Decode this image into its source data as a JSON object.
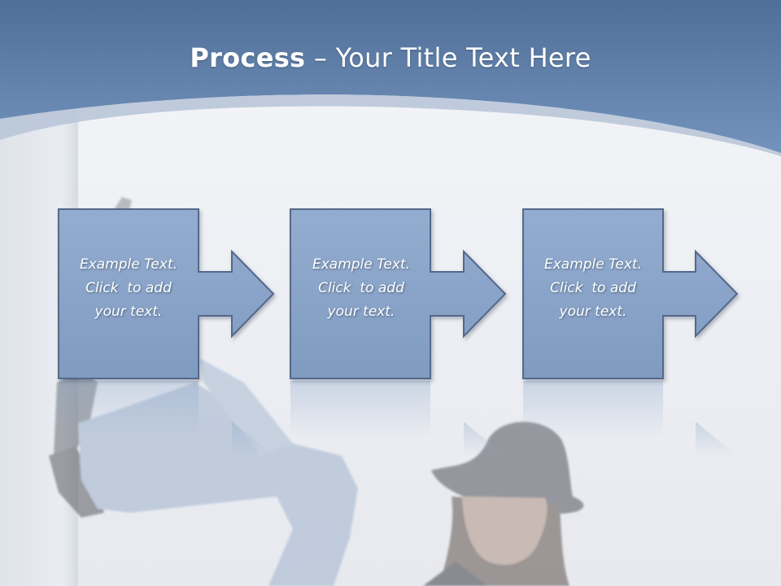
{
  "slide": {
    "title_bold": "Process",
    "title_rest": " – Your Title Text Here",
    "colors": {
      "header": "#6a8ab5",
      "box_fill": "#8da8c9",
      "box_stroke": "#55688a",
      "background": "#eef0f4"
    }
  },
  "steps": [
    {
      "line1": "Example Text.",
      "line2": "Click  to add",
      "line3": "your text."
    },
    {
      "line1": "Example Text.",
      "line2": "Click  to add",
      "line3": "your text."
    },
    {
      "line1": "Example Text.",
      "line2": "Click  to add",
      "line3": "your text."
    }
  ],
  "photo": {
    "description_icon": "woman-in-hat-photo"
  }
}
